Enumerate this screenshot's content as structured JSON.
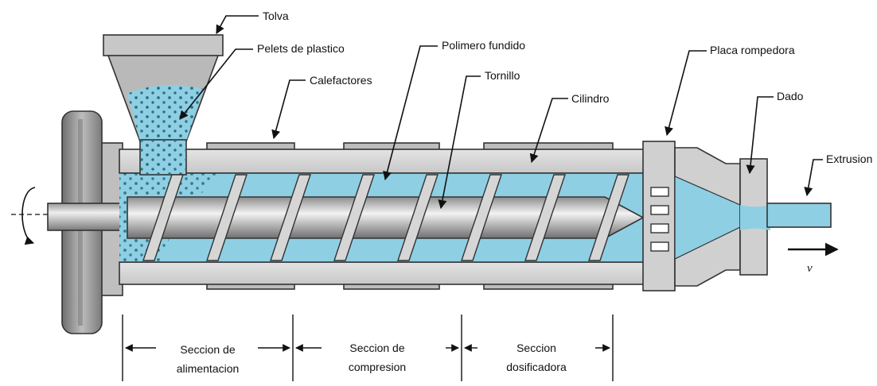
{
  "labels": {
    "tolva": "Tolva",
    "pelets": "Pelets de plastico",
    "calefactores": "Calefactores",
    "polimero": "Polimero fundido",
    "tornillo": "Tornillo",
    "cilindro": "Cilindro",
    "placa": "Placa rompedora",
    "dado": "Dado",
    "extrusion": "Extrusion",
    "velocidad": "v"
  },
  "sections": [
    {
      "line1": "Seccion de",
      "line2": "alimentacion"
    },
    {
      "line1": "Seccion de",
      "line2": "compresion"
    },
    {
      "line1": "Seccion",
      "line2": "dosificadora"
    }
  ],
  "colors": {
    "polymer": "#8ecfe3",
    "steel": "#d4d4d4",
    "outline": "#333333"
  }
}
